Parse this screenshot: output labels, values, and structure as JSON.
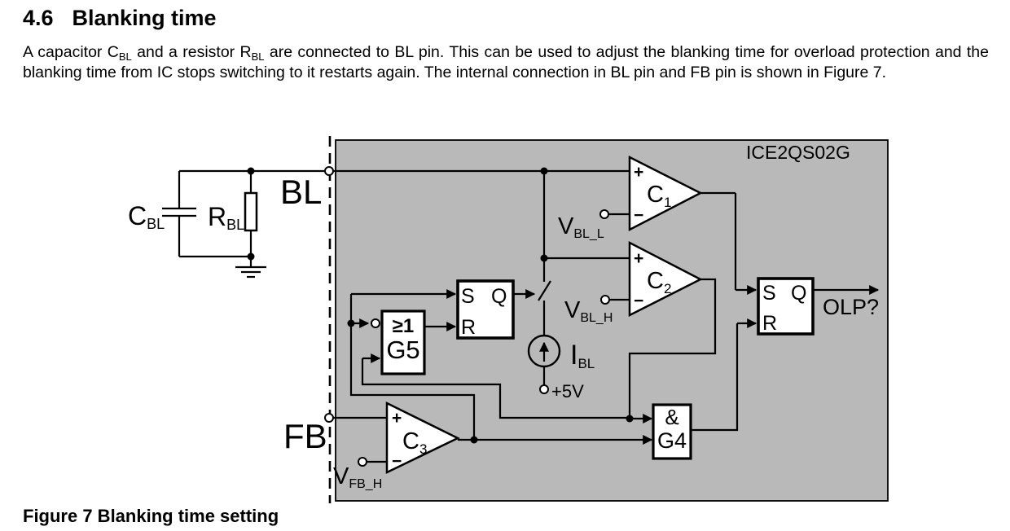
{
  "heading": {
    "number": "4.6",
    "title": "Blanking time"
  },
  "paragraph": {
    "segments": [
      {
        "text": "A capacitor C"
      },
      {
        "sub": "BL"
      },
      {
        "text": " and a resistor R"
      },
      {
        "sub": "BL"
      },
      {
        "text": " are connected to BL pin. This can be used to adjust the blanking time for overload protection and the blanking time from IC stops switching to it restarts again. The internal connection in BL pin and FB pin is shown in Figure 7."
      }
    ]
  },
  "figure": {
    "chip_name": "ICE2QS02G",
    "colors": {
      "chip_bg": "#b9b9b9",
      "stroke": "#000000",
      "component_fill": "#ffffff"
    },
    "pins": {
      "bl": "BL",
      "fb": "FB"
    },
    "external": {
      "capacitor": {
        "main": "C",
        "sub": "BL"
      },
      "resistor": {
        "main": "R",
        "sub": "BL"
      }
    },
    "comparators": {
      "c1": {
        "main": "C",
        "sub": "1"
      },
      "c2": {
        "main": "C",
        "sub": "2"
      },
      "c3": {
        "main": "C",
        "sub": "3"
      },
      "plus": "+",
      "minus": "−"
    },
    "references": {
      "vbl_l": {
        "main": "V",
        "sub": "BL_L"
      },
      "vbl_h": {
        "main": "V",
        "sub": "BL_H"
      },
      "vfb_h": {
        "main": "V",
        "sub": "FB_H"
      }
    },
    "current_source": {
      "label": {
        "main": "I",
        "sub": "BL"
      },
      "supply": "+5V"
    },
    "latch1": {
      "s": "S",
      "q": "Q",
      "r": "R"
    },
    "latch2": {
      "s": "S",
      "q": "Q",
      "r": "R"
    },
    "gates": {
      "g5": {
        "symbol": "≥1",
        "name": "G5"
      },
      "g4": {
        "symbol": "&",
        "name": "G4"
      }
    },
    "output_label": "OLP?"
  },
  "caption": "Figure 7 Blanking time setting"
}
